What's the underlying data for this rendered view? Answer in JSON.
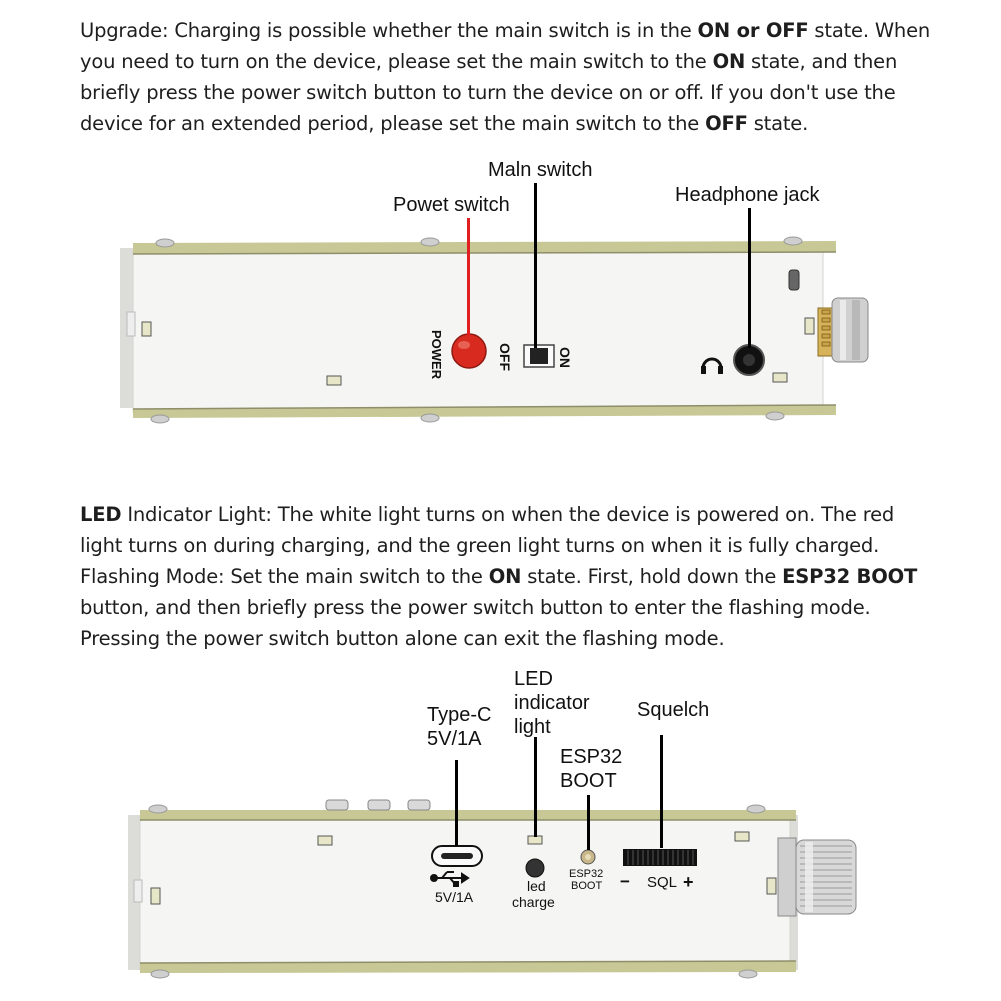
{
  "upgrade": {
    "label": "Upgrade:",
    "t1": " Charging is possible whether the main switch is in the ",
    "b1": "ON or OFF",
    "t2": " state. When",
    "t3": "you need to turn on the device, please set the main switch to the ",
    "b2": "ON",
    "t4": " state, and then",
    "t5": "briefly press the power switch button to turn the device on or off. If you don't use the",
    "t6": "device for an extended period, please set the main switch to the ",
    "b3": "OFF",
    "t7": " state."
  },
  "top_device": {
    "labels": {
      "main_switch": "Maln switch",
      "power_switch": "Powet switch",
      "headphone_jack": "Headphone jack"
    },
    "silk": {
      "power": "POWER",
      "on": "ON",
      "off": "OFF"
    }
  },
  "led": {
    "b1": "LED",
    "t1": " Indicator Light: The white light turns on when the device is powered on. The red",
    "t2": "light turns on during charging, and the green light turns on when it is fully charged.",
    "t3": "Flashing Mode: Set the main switch to the ",
    "b2": "ON",
    "t4": " state. First, hold down the ",
    "b3": "ESP32 BOOT",
    "t5": " button, and then briefly press the power switch button to enter the flashing mode.",
    "t6": "Pressing the power switch button alone can exit the flashing mode."
  },
  "bottom_device": {
    "labels": {
      "type_c": "Type-C\n5V/1A",
      "led_indicator": "LED\nindicator\nlight",
      "esp32_boot": "ESP32\nBOOT",
      "squelch": "Squelch"
    },
    "silk": {
      "usb_rating": "5V/1A",
      "led": "led",
      "charge": "charge",
      "esp32": "ESP32",
      "boot": "BOOT",
      "minus": "−",
      "sql": "SQL",
      "plus": "+"
    }
  },
  "colors": {
    "pcb_edge": "#c9c99a",
    "pcb_body": "#f4f4f2",
    "power_button": "#d82a1f",
    "callout_red": "#e02020"
  }
}
